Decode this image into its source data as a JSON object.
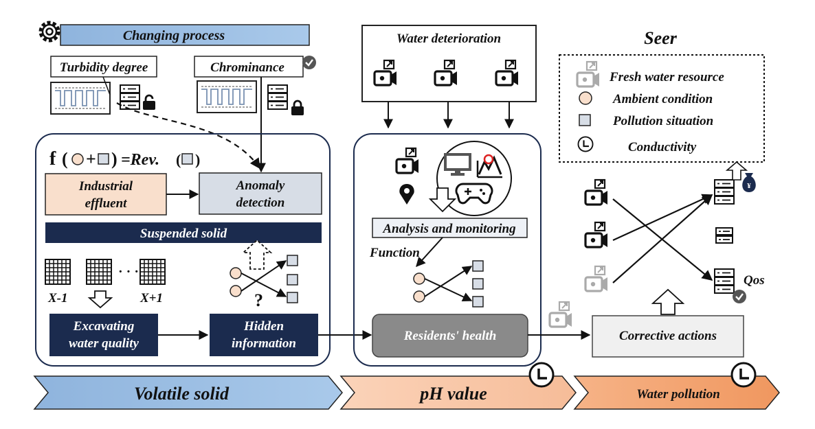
{
  "labels": {
    "changing_process": "Changing process",
    "turbidity_degree": "Turbidity degree",
    "chrominance": "Chrominance",
    "formula_f": "f",
    "formula_rev": "=Rev.",
    "industrial_effluent_line1": "Industrial",
    "industrial_effluent_line2": "effluent",
    "anomaly_detection_line1": "Anomaly",
    "anomaly_detection_line2": "detection",
    "suspended_solid": "Suspended solid",
    "x_minus_1": "X-1",
    "x_plus_1": "X+1",
    "question_mark": "?",
    "excavating_line1": "Excavating",
    "excavating_line2": "water quality",
    "hidden_line1": "Hidden",
    "hidden_line2": "information",
    "water_deterioration": "Water deterioration",
    "analysis_monitoring": "Analysis and monitoring",
    "function": "Function",
    "residents_health": "Residents' health",
    "seer": "Seer",
    "legend_fresh_water": "Fresh water resource",
    "legend_ambient": "Ambient condition",
    "legend_pollution": "Pollution situation",
    "legend_conductivity": "Conductivity",
    "qos": "Qos",
    "corrective_actions": "Corrective actions",
    "volatile_solid": "Volatile solid",
    "ph_value": "pH value",
    "water_pollution": "Water pollution",
    "money_symbol": "¥"
  },
  "colors": {
    "navy": "#1b2b4e",
    "light_blue": "#a8c8e8",
    "peach": "#f9dfcc",
    "gray_blue": "#d7dde6",
    "salmon": "#f5a47a",
    "gray_box": "#8a8a8a",
    "light_gray": "#f0f0f0"
  }
}
